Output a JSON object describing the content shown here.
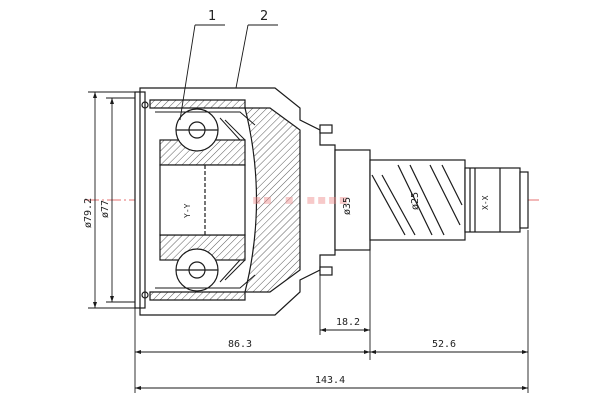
{
  "callouts": {
    "c1": "1",
    "c2": "2"
  },
  "diameters": {
    "outer": "ø79.2",
    "inner": "ø77",
    "shaft": "ø35",
    "spline": "ø25"
  },
  "axes": {
    "yy": "Y-Y",
    "xx": "X-X"
  },
  "dimensions": {
    "d18": "18.2",
    "d86": "86.3",
    "d52": "52.6",
    "d143": "143.4"
  },
  "colors": {
    "line": "#1a1a1a",
    "centerline": "#d44",
    "hatch": "#333"
  }
}
